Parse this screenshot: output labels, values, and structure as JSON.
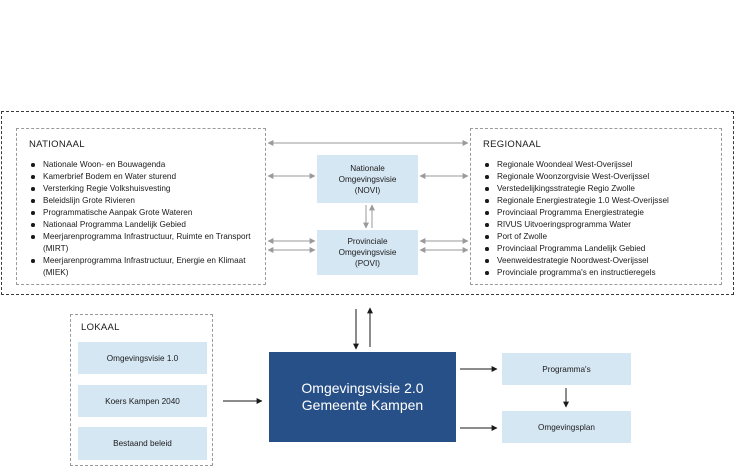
{
  "nationaal": {
    "title": "NATIONAAL",
    "items": [
      "Nationale Woon- en Bouwagenda",
      "Kamerbrief Bodem en Water sturend",
      "Versterking Regie Volkshuisvesting",
      "Beleidslijn Grote Rivieren",
      "Programmatische Aanpak Grote Wateren",
      "Nationaal Programma Landelijk Gebied",
      "Meerjarenprogramma Infrastructuur, Ruimte en Transport (MIRT)",
      "Meerjarenprogramma Infrastructuur, Energie en Klimaat (MIEK)"
    ]
  },
  "regionaal": {
    "title": "REGIONAAL",
    "items": [
      "Regionale Woondeal West-Overijssel",
      "Regionale Woonzorgvisie West-Overijssel",
      "Verstedelijkingsstrategie Regio Zwolle",
      "Regionale Energiestrategie 1.0 West-Overijssel",
      "Provinciaal Programma Energiestrategie",
      "RIVUS Uitvoeringsprogramma Water",
      "Port of Zwolle",
      "Provinciaal Programma Landelijk Gebied",
      "Veenweidestrategie Noordwest-Overijssel",
      "Provinciale programma's en instructieregels"
    ]
  },
  "novi": {
    "line1": "Nationale",
    "line2": "Omgevingsvisie",
    "line3": "(NOVI)"
  },
  "povi": {
    "line1": "Provinciale",
    "line2": "Omgevingsvisie",
    "line3": "(POVI)"
  },
  "lokaal": {
    "title": "LOKAAL",
    "items": [
      "Omgevingsvisie 1.0",
      "Koers Kampen 2040",
      "Bestaand beleid"
    ]
  },
  "main": {
    "line1": "Omgevingsvisie 2.0",
    "line2": "Gemeente Kampen"
  },
  "programmas": "Programma's",
  "omgevingsplan": "Omgevingsplan",
  "colors": {
    "light_blue": "#d6e7f4",
    "dark_blue": "#285088"
  }
}
